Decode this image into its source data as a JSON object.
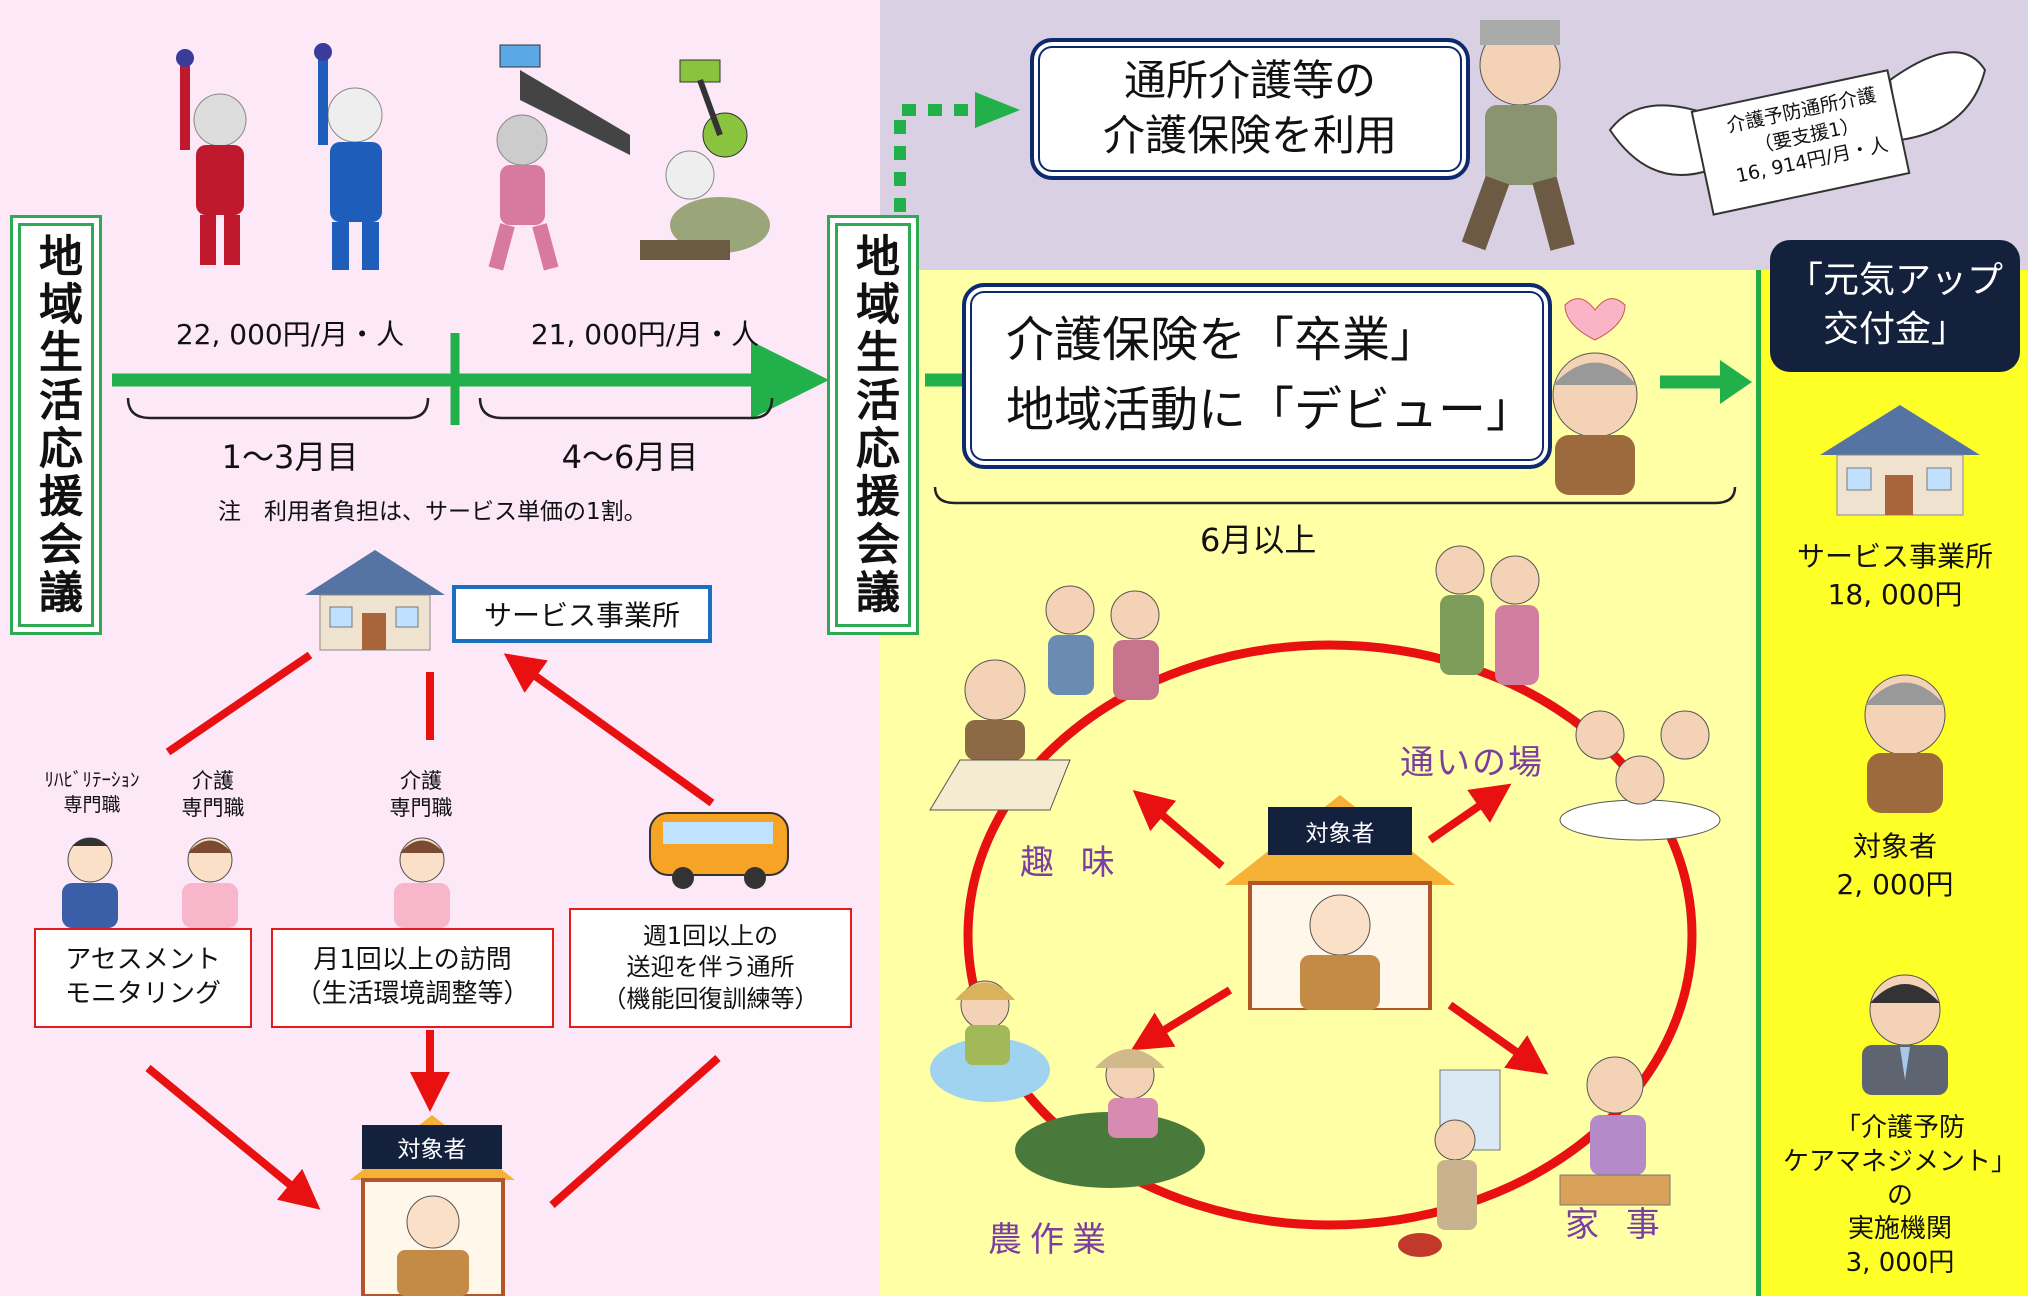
{
  "meeting_label": "地域生活応援会議",
  "left": {
    "price1": "22, 000円/月・人",
    "price2": "21, 000円/月・人",
    "period1": "1～3月目",
    "period2": "4～6月目",
    "note": "注　利用者負担は、サービス単価の1割。",
    "service_office": "サービス事業所",
    "role_rehab": "ﾘﾊﾋﾞﾘﾃｰｼｮﾝ\n専門職",
    "role_care1": "介護\n専門職",
    "role_care2": "介護\n専門職",
    "box_assessment": "アセスメント\nモニタリング",
    "box_visit": "月1回以上の訪問\n（生活環境調整等）",
    "box_daycare": "週1回以上の\n送迎を伴う通所\n（機能回復訓練等）",
    "target": "対象者"
  },
  "top": {
    "use_insurance": "通所介護等の\n介護保険を利用",
    "wing_note": "介護予防通所介護\n（要支援1）\n16, 914円/月・人"
  },
  "middle": {
    "graduate": "介護保険を「卒業」\n地域活動に「デビュー」",
    "six_months": "6月以上",
    "target": "対象者",
    "activity_gathering": "通いの場",
    "activity_hobby": "趣 味",
    "activity_farming": "農作業",
    "activity_housework": "家 事"
  },
  "right": {
    "title": "「元気アップ\n交付金」",
    "service_office": "サービス事業所\n18, 000円",
    "target": "対象者\n2, 000円",
    "institution": "「介護予防\nケアマネジメント」の\n実施機関\n3, 000円"
  },
  "colors": {
    "green": "#22b04b",
    "red": "#e81010",
    "navy": "#14213d",
    "pink_bg": "#fde8f8",
    "yellow_bg": "#ffffa6",
    "purple_bg": "#d9d0e4"
  }
}
